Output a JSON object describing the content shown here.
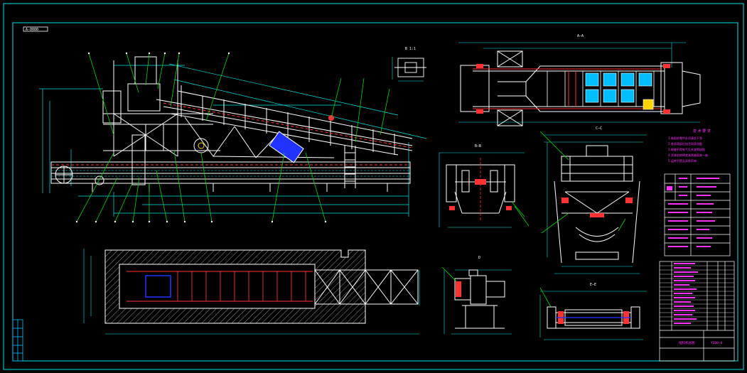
{
  "canvas": {
    "background": "#000000",
    "frame_color": "#00e5e5",
    "structure_color": "#ffffff",
    "leader_color": "#00d400",
    "dimension_color": "#00e5e5",
    "section_color": "#ff3333",
    "note_color": "#ff33ff",
    "fill_color": "#00bfff",
    "accent_yellow": "#ffd400",
    "accent_blue": "#2233ff"
  },
  "labels": {
    "top_left_tag": "A-0000",
    "view_top_right": "A—A",
    "view_detail": "B 1:1",
    "view_side": "B—B",
    "view_front": "C—C",
    "view_motor": "D",
    "view_roller": "E—E",
    "notes_heading": "技 术 要 求",
    "title_name": "给料机总图",
    "drawing_no": "YZ00-0"
  },
  "tech_notes": [
    "1.装配前零件必须清洗干净",
    "2.各润滑部位加注润滑油脂",
    "3.焊缝不得有气孔夹渣等缺陷",
    "4.涂漆前除锈底漆两遍面漆一遍",
    "5.运转平稳无异常声响"
  ]
}
